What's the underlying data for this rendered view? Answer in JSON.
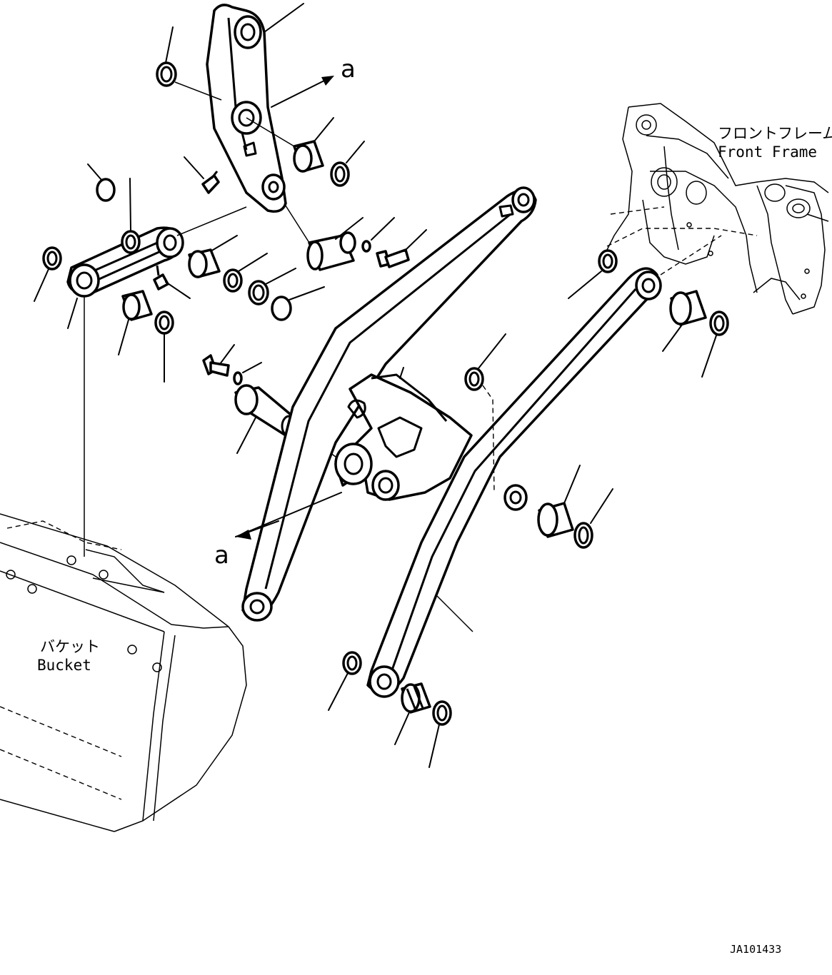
{
  "labels": {
    "front_frame_ja": "フロントフレーム",
    "front_frame_en": "Front Frame",
    "bucket_ja": "バケット",
    "bucket_en": "Bucket",
    "view_marker_top": "a",
    "view_marker_bottom": "a",
    "drawing_code": "JA101433"
  }
}
